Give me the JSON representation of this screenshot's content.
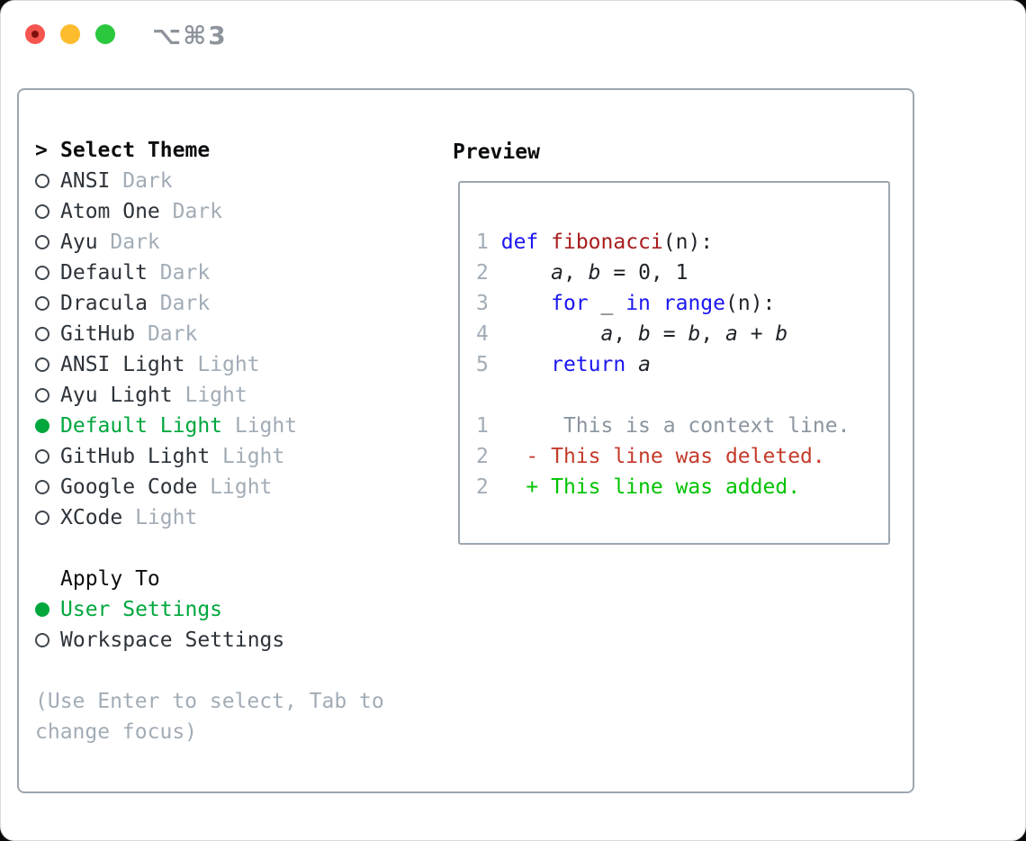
{
  "window": {
    "title": "⌥⌘3",
    "buttons": {
      "close": "close",
      "minimize": "minimize",
      "zoom": "zoom"
    }
  },
  "colors": {
    "accent_green": "#00a73d",
    "added_green": "#00c200",
    "deleted_red": "#c43a2b",
    "keyword_blue": "#1a16f0",
    "function_red": "#a81c1c",
    "text_dark": "#2d333a",
    "code_text": "#1f2328",
    "header_text": "#0b0d0f",
    "muted_gray": "#a2acb6",
    "context_gray": "#8b959f",
    "border_gray": "#9da6b0",
    "radio_ring": "#3f464e",
    "titlebar_text": "#8e949c",
    "red_btn": "#f5554f",
    "red_btn_dot": "#7e0f0a",
    "yellow_btn": "#fcbc2d",
    "green_btn": "#2bc73f"
  },
  "theme_list": {
    "cursor": ">",
    "header": "Select Theme",
    "items": [
      {
        "name": "ANSI",
        "variant": "Dark",
        "selected": false
      },
      {
        "name": "Atom One",
        "variant": "Dark",
        "selected": false
      },
      {
        "name": "Ayu",
        "variant": "Dark",
        "selected": false
      },
      {
        "name": "Default",
        "variant": "Dark",
        "selected": false
      },
      {
        "name": "Dracula",
        "variant": "Dark",
        "selected": false
      },
      {
        "name": "GitHub",
        "variant": "Dark",
        "selected": false
      },
      {
        "name": "ANSI Light",
        "variant": "Light",
        "selected": false
      },
      {
        "name": "Ayu Light",
        "variant": "Light",
        "selected": false
      },
      {
        "name": "Default Light",
        "variant": "Light",
        "selected": true
      },
      {
        "name": "GitHub Light",
        "variant": "Light",
        "selected": false
      },
      {
        "name": "Google Code",
        "variant": "Light",
        "selected": false
      },
      {
        "name": "XCode",
        "variant": "Light",
        "selected": false
      }
    ]
  },
  "apply_to": {
    "header": "Apply To",
    "options": [
      {
        "label": "User Settings",
        "selected": true
      },
      {
        "label": "Workspace Settings",
        "selected": false
      }
    ]
  },
  "help": {
    "line1": "(Use Enter to select, Tab to",
    "line2": "change focus)"
  },
  "preview": {
    "header": "Preview",
    "lines": [
      {
        "segs": [
          {
            "s": "ln",
            "t": "1"
          },
          {
            "t": " "
          },
          {
            "s": "kw",
            "t": "def"
          },
          {
            "t": " "
          },
          {
            "s": "fn",
            "t": "fibonacci"
          },
          {
            "t": "(n):"
          }
        ]
      },
      {
        "segs": [
          {
            "s": "ln",
            "t": "2"
          },
          {
            "t": "     "
          },
          {
            "s": "var",
            "t": "a"
          },
          {
            "t": ", "
          },
          {
            "s": "var",
            "t": "b"
          },
          {
            "t": " = 0, 1"
          }
        ]
      },
      {
        "segs": [
          {
            "s": "ln",
            "t": "3"
          },
          {
            "t": "     "
          },
          {
            "s": "kw",
            "t": "for"
          },
          {
            "t": " _ "
          },
          {
            "s": "kw",
            "t": "in"
          },
          {
            "t": " "
          },
          {
            "s": "kw",
            "t": "range"
          },
          {
            "t": "(n):"
          }
        ]
      },
      {
        "segs": [
          {
            "s": "ln",
            "t": "4"
          },
          {
            "t": "         "
          },
          {
            "s": "var",
            "t": "a"
          },
          {
            "t": ", "
          },
          {
            "s": "var",
            "t": "b"
          },
          {
            "t": " = "
          },
          {
            "s": "var",
            "t": "b"
          },
          {
            "t": ", "
          },
          {
            "s": "var",
            "t": "a"
          },
          {
            "t": " + "
          },
          {
            "s": "var",
            "t": "b"
          }
        ]
      },
      {
        "segs": [
          {
            "s": "ln",
            "t": "5"
          },
          {
            "t": "     "
          },
          {
            "s": "kw",
            "t": "return"
          },
          {
            "t": " "
          },
          {
            "s": "var",
            "t": "a"
          }
        ]
      },
      {
        "segs": []
      },
      {
        "segs": [
          {
            "s": "ln",
            "t": "1"
          },
          {
            "s": "ctx",
            "t": "      This is a context line."
          }
        ]
      },
      {
        "segs": [
          {
            "s": "ln",
            "t": "2"
          },
          {
            "t": "   "
          },
          {
            "s": "del",
            "t": "- This line was deleted."
          }
        ]
      },
      {
        "segs": [
          {
            "s": "ln",
            "t": "2"
          },
          {
            "t": "   "
          },
          {
            "s": "add",
            "t": "+ This line was added."
          }
        ]
      }
    ]
  }
}
